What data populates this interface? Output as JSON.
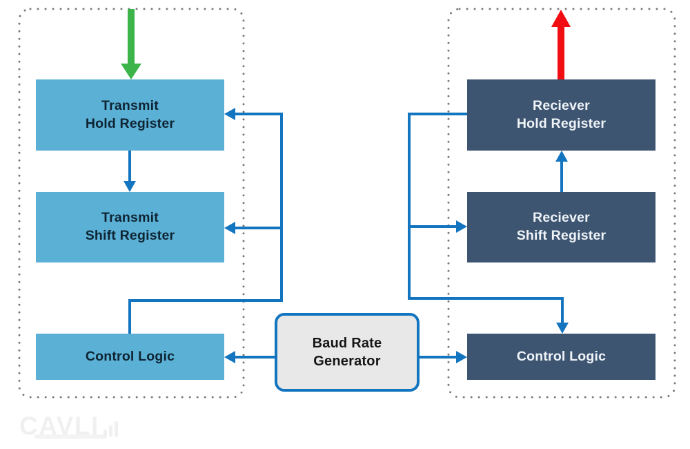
{
  "colors": {
    "transmit_box": "#5bb0d5",
    "receive_box": "#3d5571",
    "connector_blue": "#1375bf",
    "input_arrow_green": "#3cb44a",
    "output_arrow_red": "#f20d12",
    "generator_fill": "#e7e8e7",
    "generator_border": "#1375bf",
    "generator_text": "#161616",
    "transmit_text": "#0e2433",
    "receive_text": "#f0f4f8",
    "dotted_border": "#7a7a7a",
    "watermark": "#f0f0f0"
  },
  "transmitter": {
    "hold_register": "Transmit\nHold Register",
    "shift_register": "Transmit\nShift Register",
    "control_logic": "Control Logic"
  },
  "receiver": {
    "hold_register": "Reciever\nHold Register",
    "shift_register": "Reciever\nShift Register",
    "control_logic": "Control Logic"
  },
  "generator": {
    "label": "Baud Rate\nGenerator"
  },
  "watermark": {
    "brand": "CAVLI"
  }
}
